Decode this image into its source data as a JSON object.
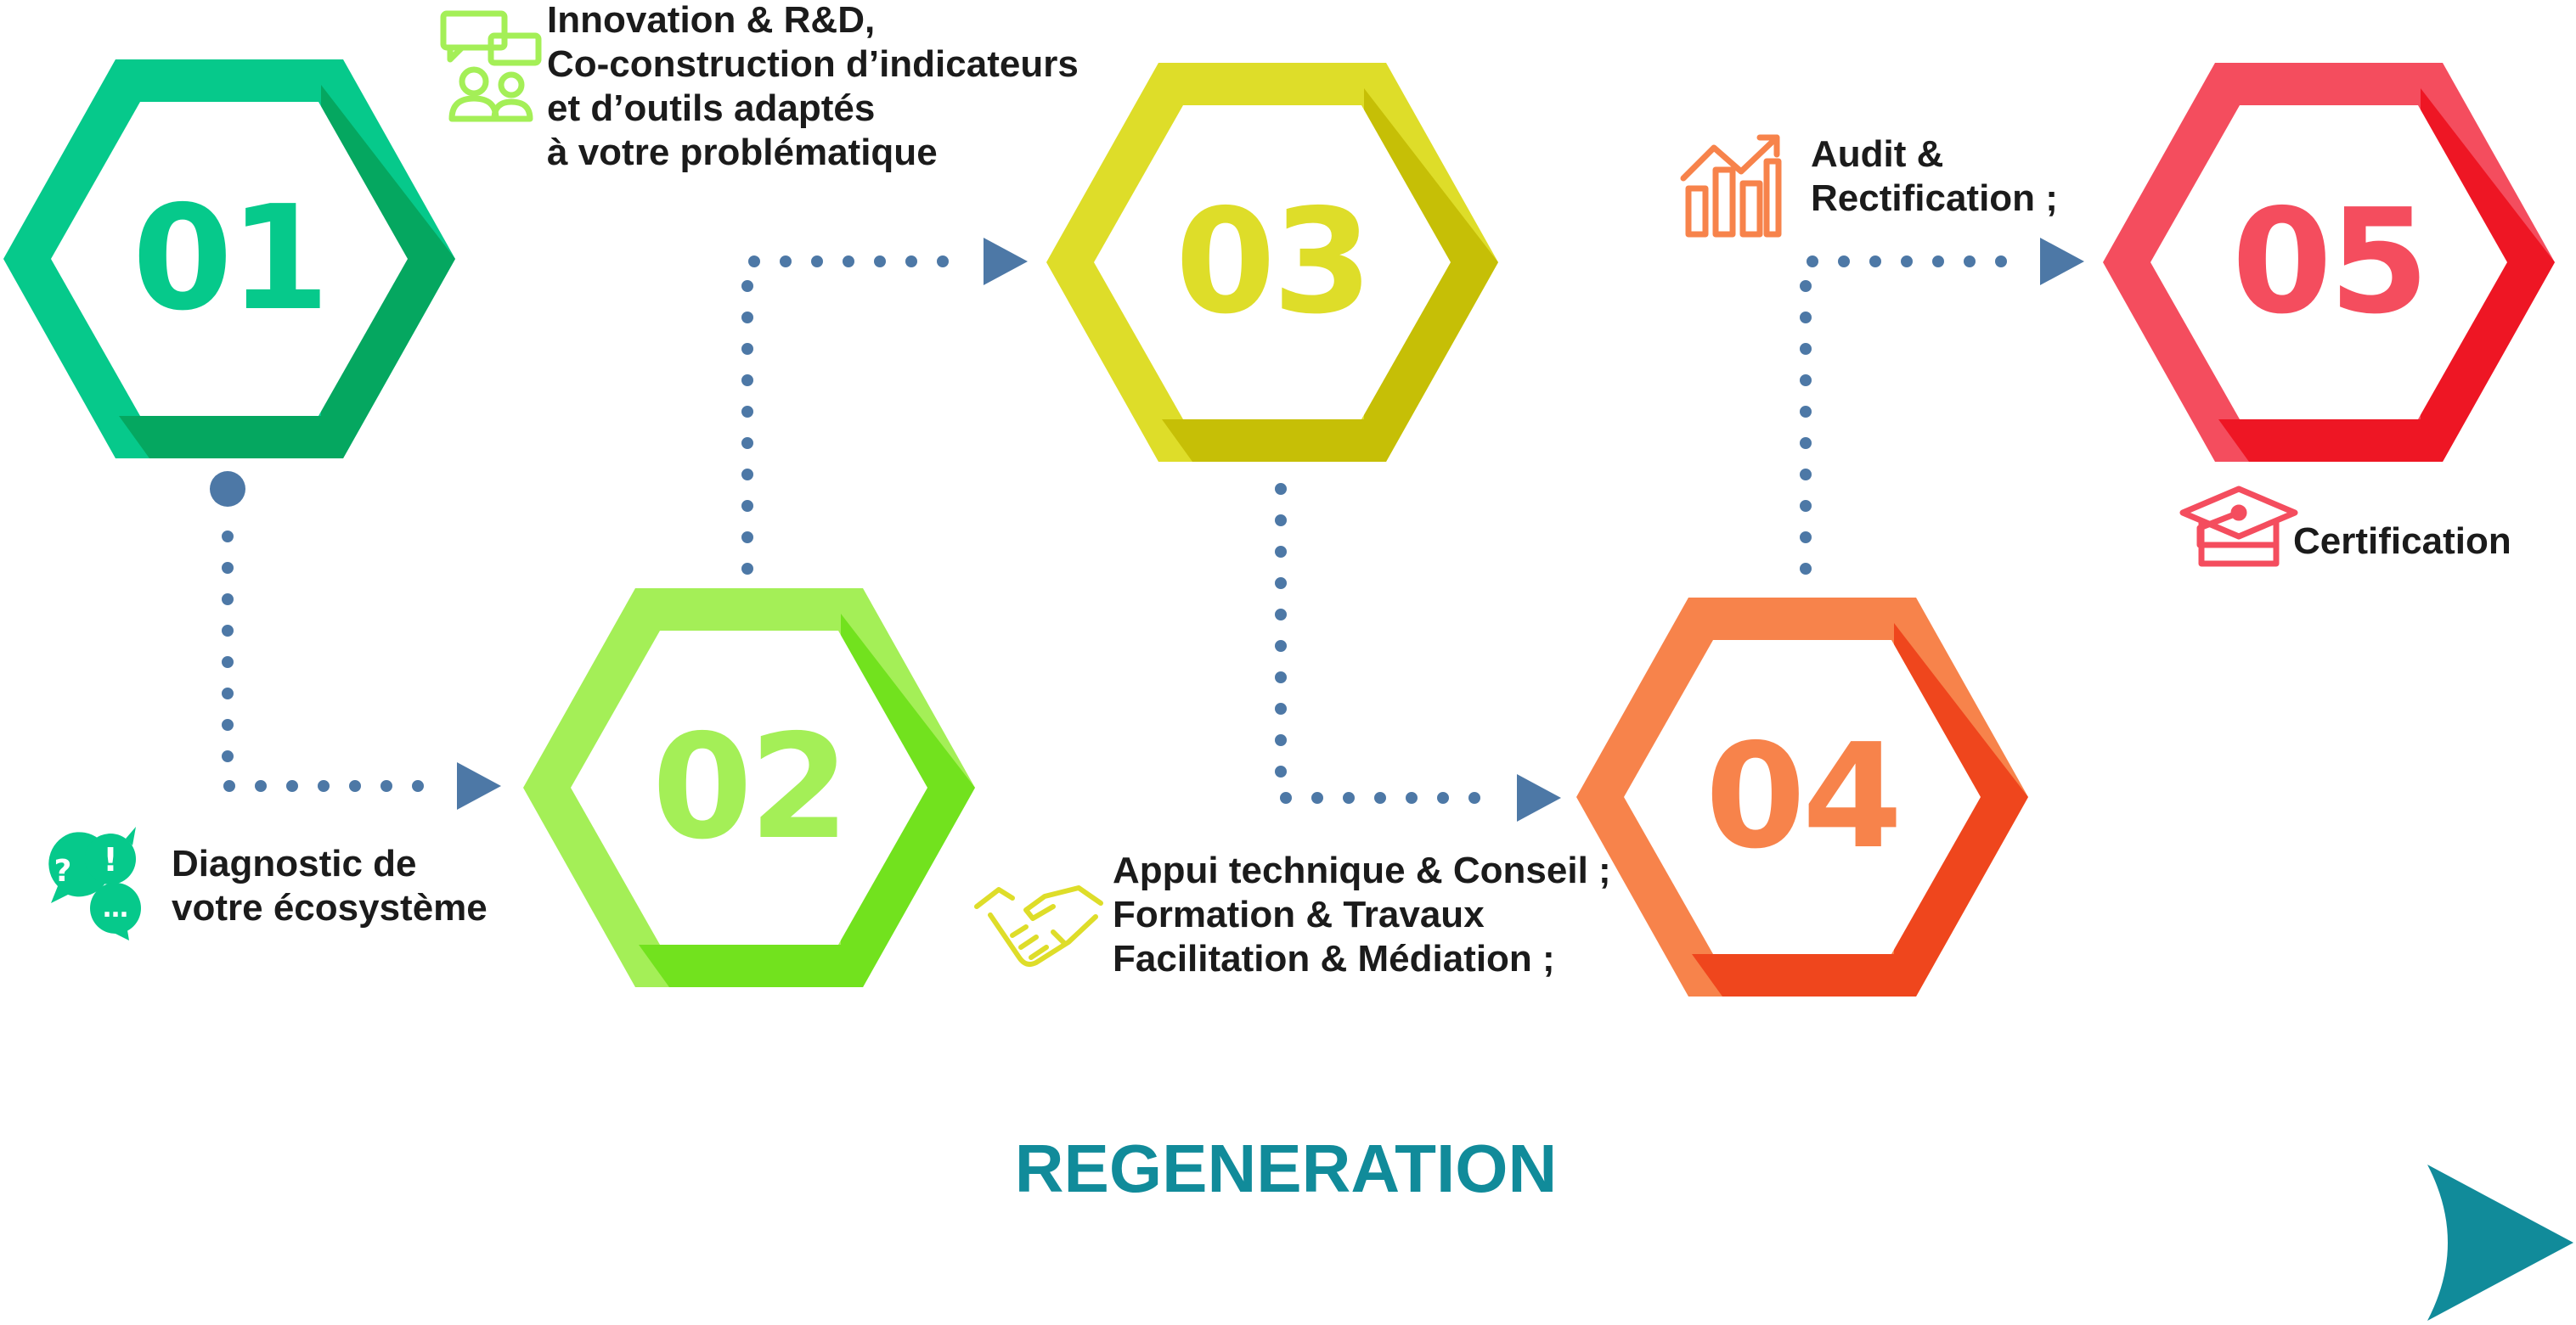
{
  "colors": {
    "step1": "#06c98b",
    "step1_shade": "#05a760",
    "step2": "#a4ef57",
    "step2_shade": "#72e21e",
    "step3": "#dedd29",
    "step3_shade": "#c6bf06",
    "step4": "#f7834b",
    "step4_shade": "#ef461d",
    "step5": "#f44d5e",
    "step5_shade": "#ee1624",
    "connector": "#4d78a6",
    "regeneration": "#118b9a"
  },
  "steps": [
    {
      "number": "01"
    },
    {
      "number": "02"
    },
    {
      "number": "03"
    },
    {
      "number": "04"
    },
    {
      "number": "05"
    }
  ],
  "labels": {
    "step1": {
      "icon": "speech-bubbles-icon",
      "lines": [
        "Diagnostic de",
        "votre écosystème"
      ]
    },
    "step2": {
      "icon": "people-chat-icon",
      "lines": [
        "Innovation & R&D,",
        "Co-construction  d’indicateurs",
        "et d’outils adaptés",
        "à votre problématique"
      ]
    },
    "step3": {
      "icon": "handshake-icon",
      "lines": [
        "Appui technique & Conseil ;",
        "Formation & Travaux",
        "Facilitation & Médiation ;"
      ]
    },
    "step4": {
      "icon": "bar-chart-icon",
      "lines": [
        "Audit &",
        "Rectification ;"
      ]
    },
    "step5": {
      "icon": "graduation-cap-icon",
      "lines": [
        "Certification"
      ]
    }
  },
  "regeneration": {
    "title": "REGENERATION"
  }
}
